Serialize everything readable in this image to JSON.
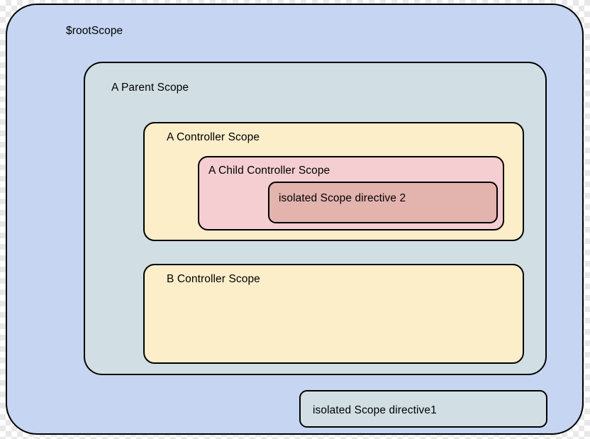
{
  "diagram": {
    "title": "AngularJS scope hierarchy diagram",
    "background": "#ffffff",
    "boxes": {
      "root_scope": {
        "label": "$rootScope",
        "fill": "#c5d5f2",
        "stroke": "#000000"
      },
      "parent_scope": {
        "label": "A Parent Scope",
        "fill": "#d1dfe4",
        "stroke": "#000000"
      },
      "a_controller_scope": {
        "label": "A Controller Scope",
        "fill": "#fdeeca",
        "stroke": "#000000"
      },
      "a_child_controller_scope": {
        "label": "A Child Controller Scope",
        "fill": "#f5ced1",
        "stroke": "#000000"
      },
      "isolated_scope_directive_2": {
        "label": "isolated Scope directive 2",
        "fill": "#e3b3ad",
        "stroke": "#000000"
      },
      "b_controller_scope": {
        "label": "B Controller Scope",
        "fill": "#fdeeca",
        "stroke": "#000000"
      },
      "isolated_scope_directive_1": {
        "label": "isolated Scope directive1",
        "fill": "#d1dfe4",
        "stroke": "#000000"
      }
    }
  }
}
